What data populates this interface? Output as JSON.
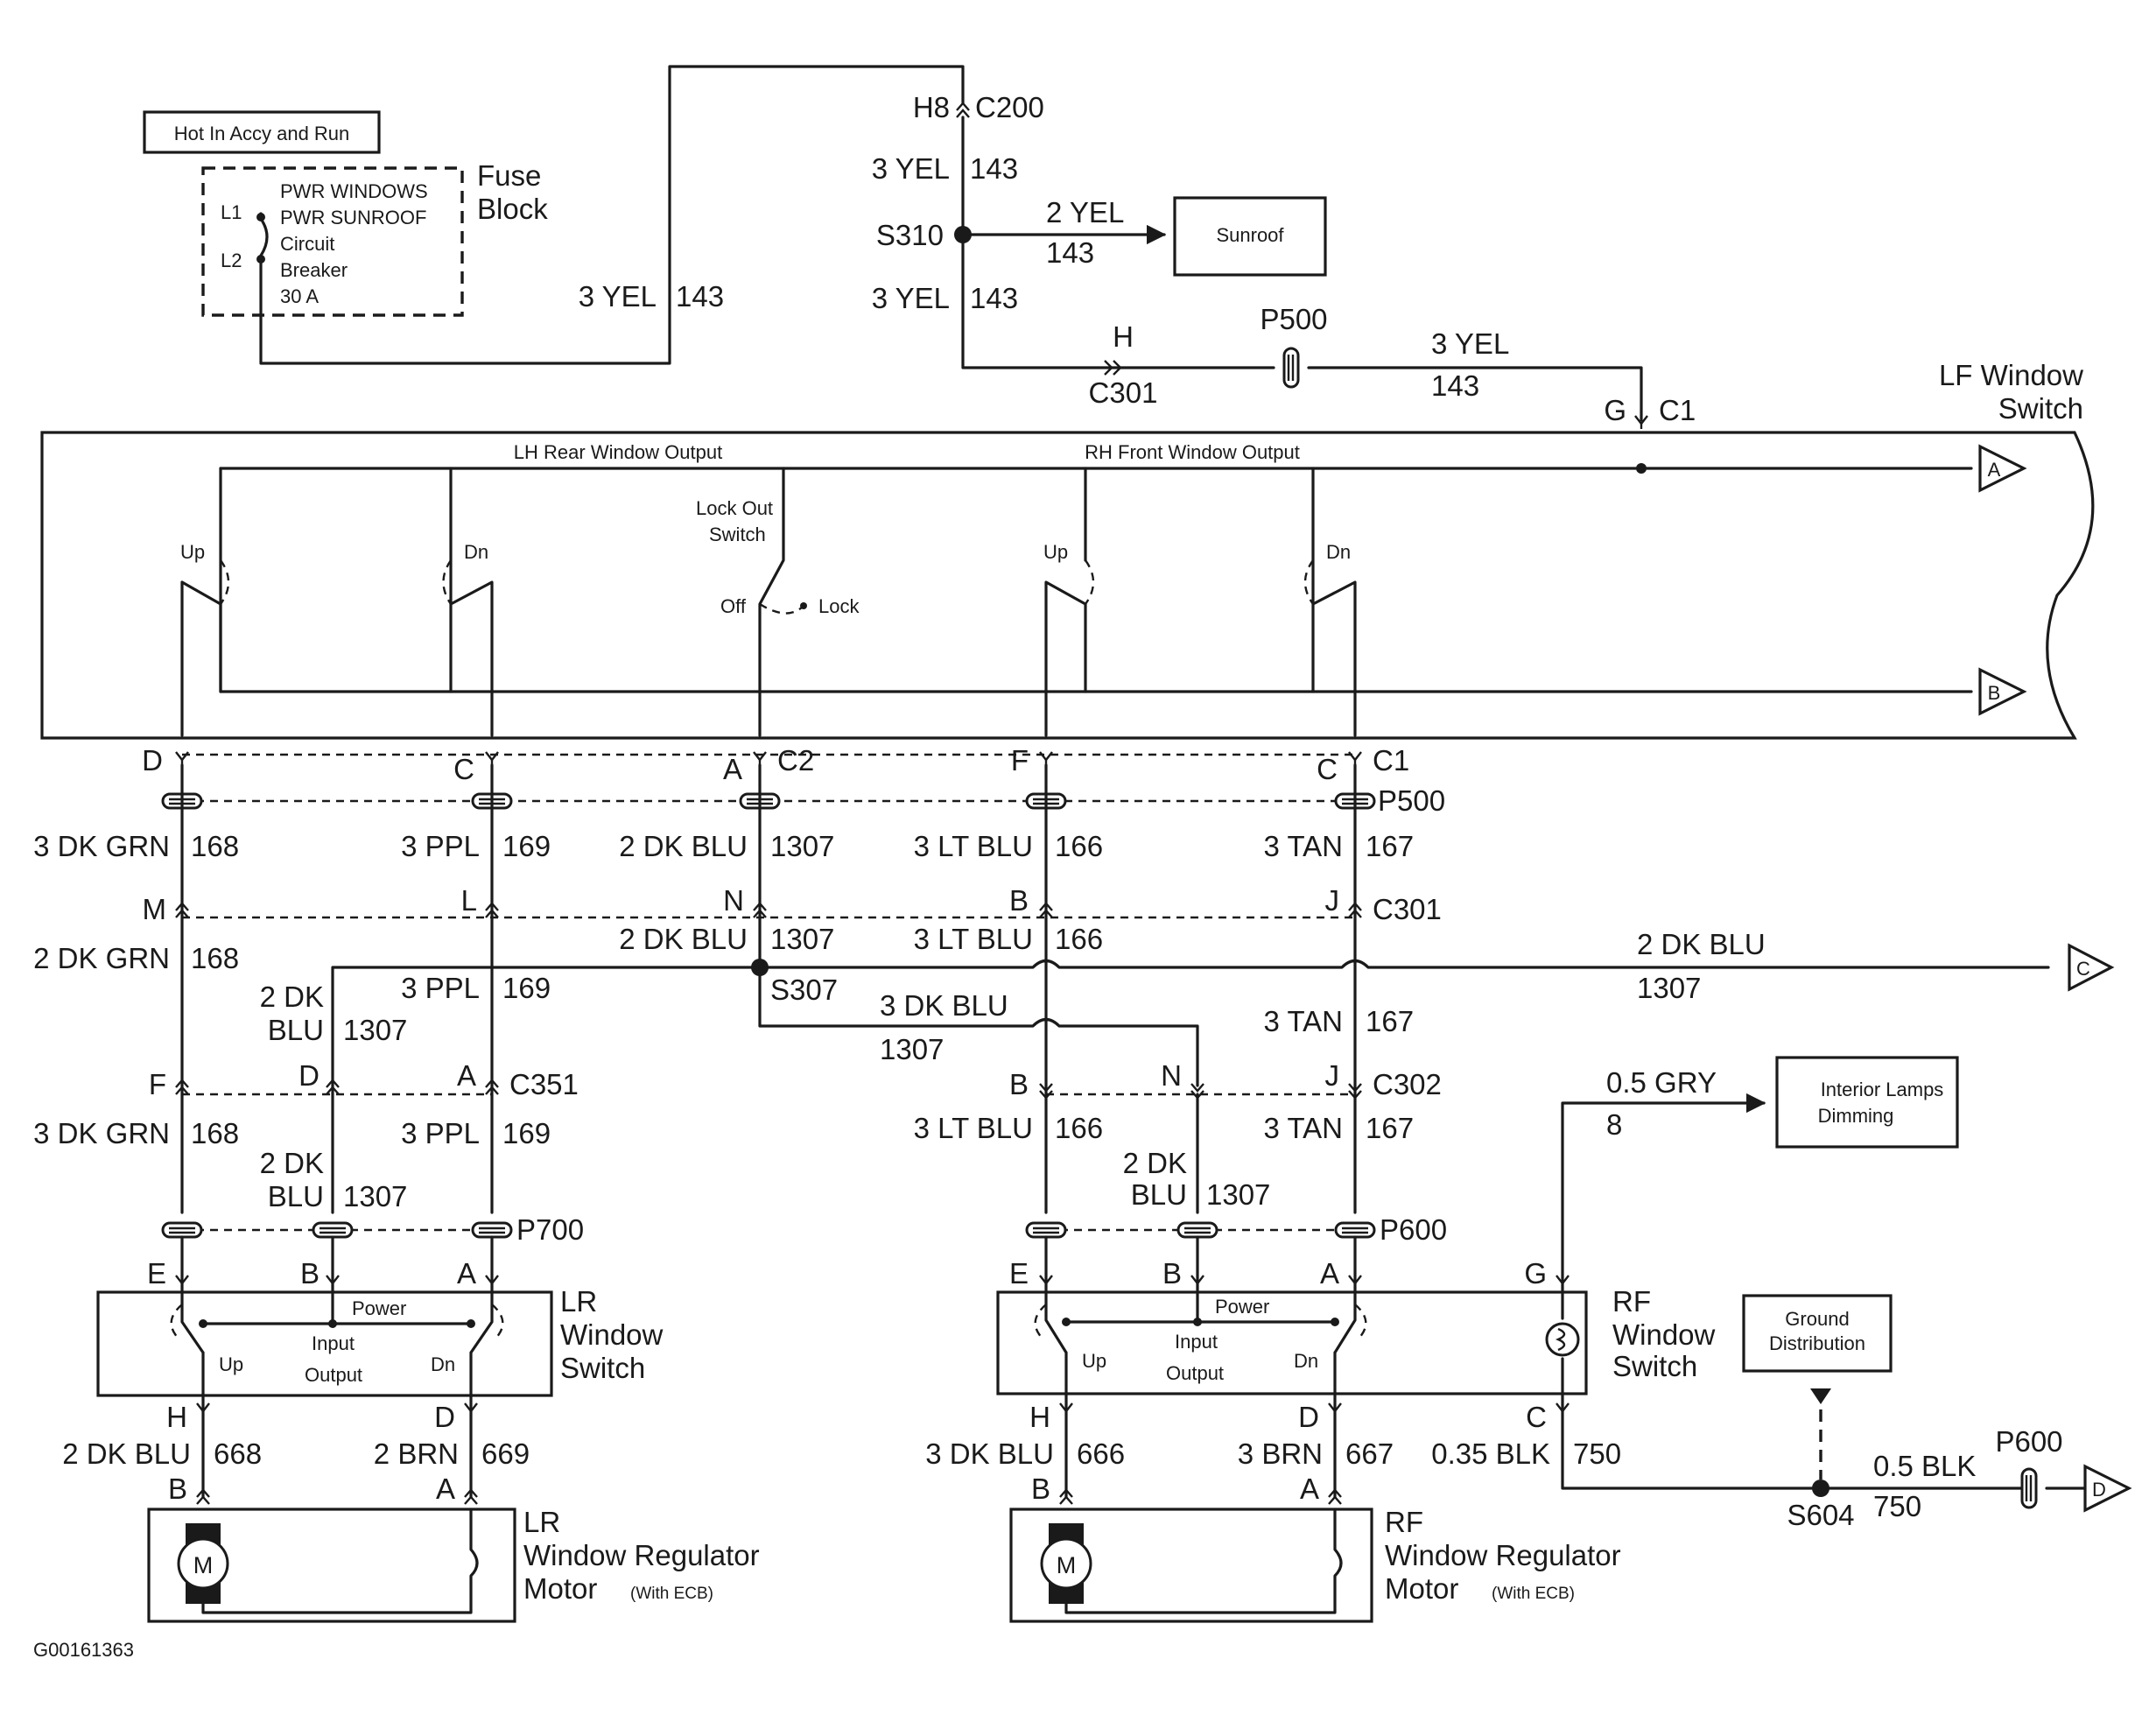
{
  "footer_id": "G00161363",
  "power": {
    "hot_label": "Hot In Accy and Run",
    "breaker_lines": [
      "PWR WINDOWS",
      "PWR SUNROOF",
      "Circuit",
      "Breaker",
      "30 A"
    ],
    "terminal_l1": "L1",
    "terminal_l2": "L2",
    "fuse_block_lines": [
      "Fuse",
      "Block"
    ],
    "feed_color": "3 YEL",
    "feed_circuit": "143"
  },
  "top_path": {
    "c200_pin": "H8",
    "c200_name": "C200",
    "upper_color": "3 YEL",
    "upper_circuit": "143",
    "splice": "S310",
    "sunroof_color": "2 YEL",
    "sunroof_circuit": "143",
    "sunroof_label": "Sunroof",
    "lower_color": "3 YEL",
    "lower_circuit": "143",
    "c301_pin": "H",
    "c301_name": "C301",
    "p500_name": "P500",
    "to_switch_color": "3 YEL",
    "to_switch_circuit": "143",
    "switch_pin": "G",
    "switch_conn": "C1"
  },
  "lf_switch": {
    "title_lines": [
      "LF Window",
      "Switch"
    ],
    "lh_rear_output": "LH Rear Window Output",
    "rh_front_output": "RH Front Window Output",
    "lockout_lines": [
      "Lock Out",
      "Switch"
    ],
    "off_label": "Off",
    "lock_label": "Lock",
    "up_label": "Up",
    "dn_label": "Dn",
    "ref_a": "A",
    "ref_b": "B"
  },
  "bus": {
    "pins": [
      "D",
      "C",
      "A",
      "F",
      "C"
    ],
    "c2_name": "C2",
    "c1_name": "C1",
    "p500_name": "P500",
    "wires_upper": [
      {
        "color": "3 DK GRN",
        "circuit": "168"
      },
      {
        "color": "3 PPL",
        "circuit": "169"
      },
      {
        "color": "2 DK BLU",
        "circuit": "1307"
      },
      {
        "color": "3 LT BLU",
        "circuit": "166"
      },
      {
        "color": "3 TAN",
        "circuit": "167"
      }
    ],
    "c301_pins": [
      "M",
      "L",
      "N",
      "B",
      "J"
    ],
    "c301_name": "C301",
    "wires_mid": [
      {
        "color": "2 DK GRN",
        "circuit": "168"
      },
      {
        "color": "3 PPL",
        "circuit": "169"
      }
    ],
    "dk_blu_mid": {
      "color": "2 DK BLU",
      "circuit": "1307"
    },
    "lt_blu_mid": {
      "color": "3 LT BLU",
      "circuit": "166"
    },
    "s307": "S307",
    "ref_c_color": "2 DK BLU",
    "ref_c_circuit": "1307",
    "ref_c": "C",
    "left_dkblu_color_1": "2 DK",
    "left_dkblu_color_2": "BLU",
    "left_dkblu_circuit": "1307",
    "right_dkblu_color": "3 DK BLU",
    "right_dkblu_circuit": "1307",
    "tan_mid": {
      "color": "3 TAN",
      "circuit": "167"
    }
  },
  "lr_side": {
    "c351_pins": [
      "F",
      "D",
      "A"
    ],
    "c351_name": "C351",
    "wire_grn": {
      "color": "3 DK GRN",
      "circuit": "168"
    },
    "wire_blu_1": "2 DK",
    "wire_blu_2": "BLU",
    "wire_blu_circuit": "1307",
    "wire_ppl": {
      "color": "3 PPL",
      "circuit": "169"
    },
    "p700_name": "P700",
    "switch_pins": [
      "E",
      "B",
      "A"
    ],
    "switch_title": [
      "LR",
      "Window",
      "Switch"
    ],
    "power_label": "Power",
    "input_label": "Input",
    "output_label": "Output",
    "up_label": "Up",
    "dn_label": "Dn",
    "lower_pins": [
      "H",
      "D"
    ],
    "motor_wire_1": {
      "color": "2 DK BLU",
      "circuit": "668"
    },
    "motor_wire_2": {
      "color": "2 BRN",
      "circuit": "669"
    },
    "motor_pins": [
      "B",
      "A"
    ],
    "motor_title": [
      "LR",
      "Window Regulator",
      "Motor"
    ],
    "motor_note": "(With ECB)",
    "motor_symbol": "M"
  },
  "rf_side": {
    "c302_pins": [
      "B",
      "N",
      "J"
    ],
    "c302_name": "C302",
    "wire_ltblu": {
      "color": "3 LT BLU",
      "circuit": "166"
    },
    "wire_blu_1": "2 DK",
    "wire_blu_2": "BLU",
    "wire_blu_circuit": "1307",
    "wire_tan": {
      "color": "3 TAN",
      "circuit": "167"
    },
    "p600_name": "P600",
    "switch_pins": [
      "E",
      "B",
      "A",
      "G"
    ],
    "switch_title": [
      "RF",
      "Window",
      "Switch"
    ],
    "power_label": "Power",
    "input_label": "Input",
    "output_label": "Output",
    "up_label": "Up",
    "dn_label": "Dn",
    "lower_pins": [
      "H",
      "D",
      "C"
    ],
    "motor_wire_1": {
      "color": "3 DK BLU",
      "circuit": "666"
    },
    "motor_wire_2": {
      "color": "3 BRN",
      "circuit": "667"
    },
    "ground_wire": {
      "color": "0.35 BLK",
      "circuit": "750"
    },
    "motor_pins": [
      "B",
      "A"
    ],
    "motor_title": [
      "RF",
      "Window Regulator",
      "Motor"
    ],
    "motor_note": "(With ECB)",
    "motor_symbol": "M",
    "dimming_wire": {
      "color": "0.5 GRY",
      "circuit": "8"
    },
    "dimming_label": [
      "Interior Lamps",
      "Dimming"
    ],
    "ground_dist": [
      "Ground",
      "Distribution"
    ],
    "s604": "S604",
    "p600_ground": "P600",
    "ground_out": {
      "color": "0.5 BLK",
      "circuit": "750"
    },
    "ref_d": "D"
  }
}
